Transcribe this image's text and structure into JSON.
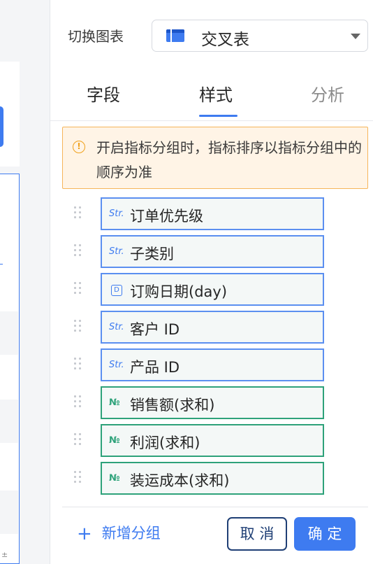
{
  "switch_chart": {
    "label": "切换图表",
    "selected": "交叉表",
    "icon": "table-icon"
  },
  "tabs": [
    {
      "label": "字段"
    },
    {
      "label": "样式"
    },
    {
      "label": "分析"
    }
  ],
  "active_tab": "样式",
  "notice": {
    "text": "开启指标分组时，指标排序以指标分组中的顺序为准",
    "icon": "warning-icon",
    "color": "#f0a11c"
  },
  "fields": [
    {
      "name": "订单优先级",
      "type_icon": "Str.",
      "kind": "dimension"
    },
    {
      "name": "子类别",
      "type_icon": "Str.",
      "kind": "dimension"
    },
    {
      "name": "订购日期(day)",
      "type_icon": "D",
      "kind": "date"
    },
    {
      "name": "客户 ID",
      "type_icon": "Str.",
      "kind": "dimension"
    },
    {
      "name": "产品 ID",
      "type_icon": "Str.",
      "kind": "dimension"
    },
    {
      "name": "销售额(求和)",
      "type_icon": "№",
      "kind": "measure"
    },
    {
      "name": "利润(求和)",
      "type_icon": "№",
      "kind": "measure"
    },
    {
      "name": "装运成本(求和)",
      "type_icon": "№",
      "kind": "measure"
    }
  ],
  "footer": {
    "add_group": "新增分组",
    "cancel": "取 消",
    "confirm": "确 定"
  },
  "colors": {
    "accent": "#3e7bf0",
    "dimension_border": "#5b8ff0",
    "measure_border": "#2ea27a",
    "warning_border": "#f6b55a"
  }
}
